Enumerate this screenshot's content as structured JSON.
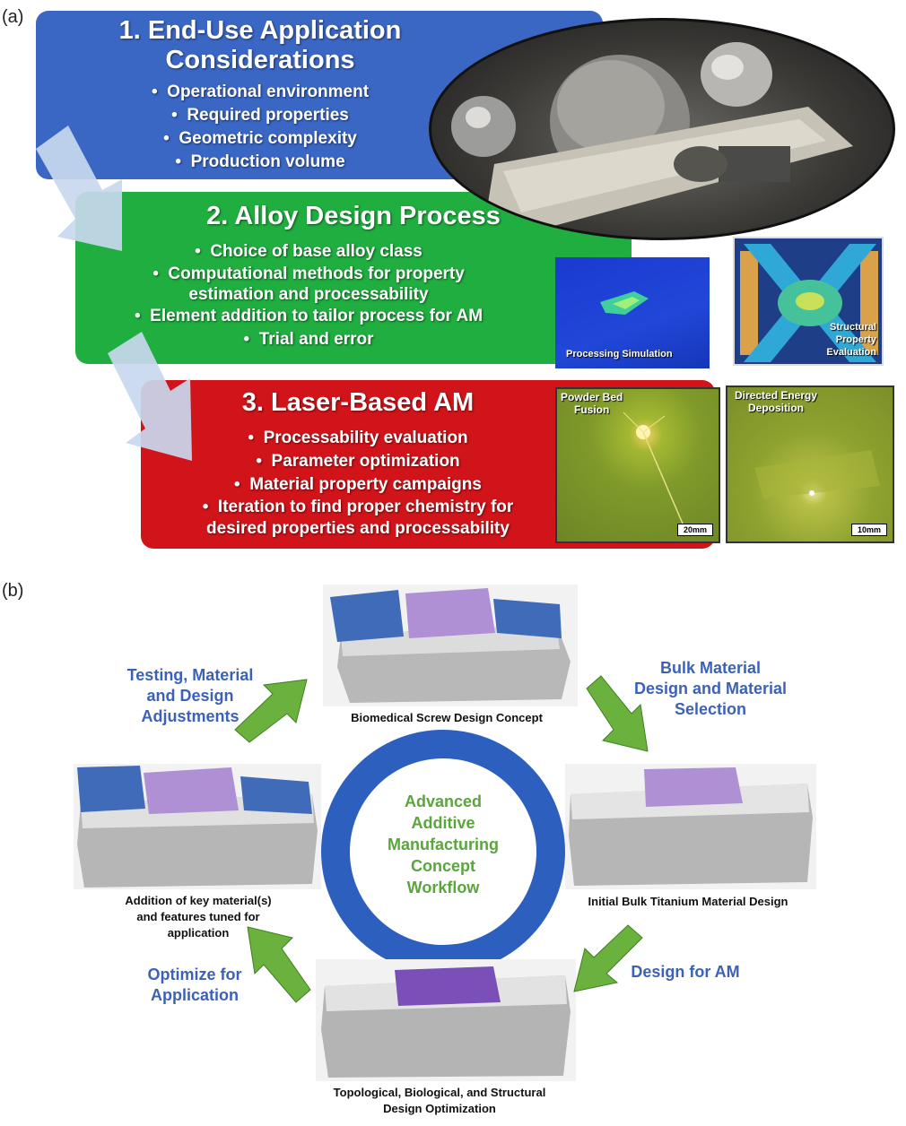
{
  "panel_a": {
    "label": "(a)",
    "box1": {
      "title_line1": "1. End-Use Application",
      "title_line2": "Considerations",
      "bullets": [
        "Operational environment",
        "Required properties",
        "Geometric complexity",
        "Production volume"
      ]
    },
    "box2": {
      "title": "2. Alloy Design Process",
      "bullets": [
        "Choice of base alloy class",
        "Computational methods for property",
        "estimation and processability",
        "Element addition to tailor process for AM",
        "Trial and error"
      ]
    },
    "box3": {
      "title": "3. Laser-Based AM",
      "bullets": [
        "Processability evaluation",
        "Parameter optimization",
        "Material property campaigns",
        "Iteration to find proper chemistry for",
        "desired properties and processability"
      ]
    },
    "images": {
      "processing_caption": "Processing Simulation",
      "structural_caption_1": "Structural",
      "structural_caption_2": "Property",
      "structural_caption_3": "Evaluation",
      "pbf_caption_1": "Powder Bed",
      "pbf_caption_2": "Fusion",
      "pbf_scale": "20mm",
      "ded_caption_1": "Directed Energy",
      "ded_caption_2": "Deposition",
      "ded_scale": "10mm"
    },
    "colors": {
      "blue": "#3a66c4",
      "green": "#1fae3f",
      "red": "#d0141a"
    }
  },
  "panel_b": {
    "label": "(b)",
    "center": [
      "Advanced",
      "Additive",
      "Manufacturing",
      "Concept",
      "Workflow"
    ],
    "stages": {
      "top": "Biomedical Screw Design Concept",
      "right": "Initial Bulk Titanium Material Design",
      "bottom_line1": "Topological, Biological, and Structural",
      "bottom_line2": "Design Optimization",
      "left_line1": "Addition of key material(s)",
      "left_line2": "and features tuned for",
      "left_line3": "application"
    },
    "transitions": {
      "top_right": [
        "Bulk Material",
        "Design and Material",
        "Selection"
      ],
      "bottom_right": [
        "Design for AM"
      ],
      "bottom_left": [
        "Optimize for",
        "Application"
      ],
      "top_left": [
        "Testing, Material",
        "and Design",
        "Adjustments"
      ]
    },
    "colors": {
      "ring": "#2d5fbf",
      "arrow": "#6ab23d",
      "label": "#3c62b8",
      "center_text": "#5aa53c"
    }
  }
}
